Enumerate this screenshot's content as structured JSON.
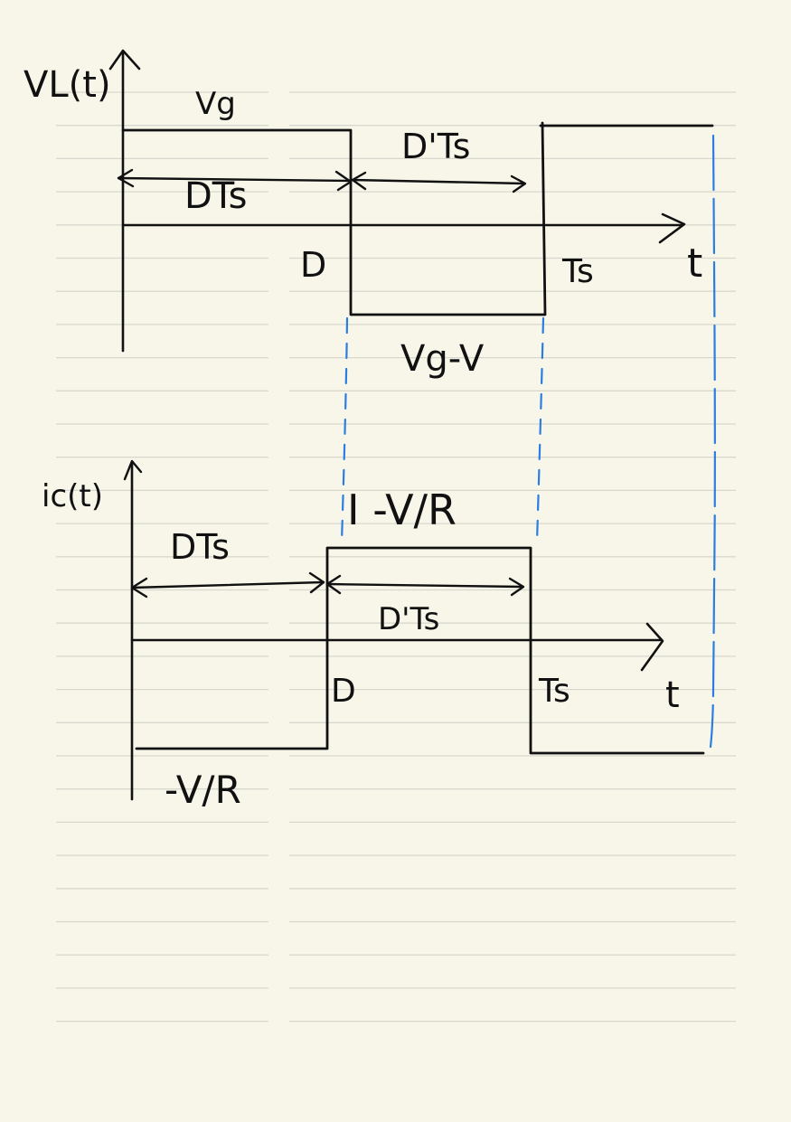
{
  "top_plot": {
    "ylabel": "VL(t)",
    "high_level": "Vg",
    "low_level": "Vg-V",
    "d_ts": "DTs",
    "d_prime_ts": "D'Ts",
    "tick_d": "D",
    "tick_ts": "Ts",
    "xlabel": "t"
  },
  "bottom_plot": {
    "ylabel": "ic(t)",
    "high_level": "I -V/R",
    "low_level": "-V/R",
    "d_ts": "DTs",
    "d_prime_ts": "D'Ts",
    "tick_d": "D",
    "tick_ts": "Ts",
    "xlabel": "t"
  },
  "colors": {
    "paper": "#f8f6e9",
    "ink": "#111111",
    "guide_lines": "#2b7de0",
    "ruled_lines": "#d9d8cf"
  }
}
